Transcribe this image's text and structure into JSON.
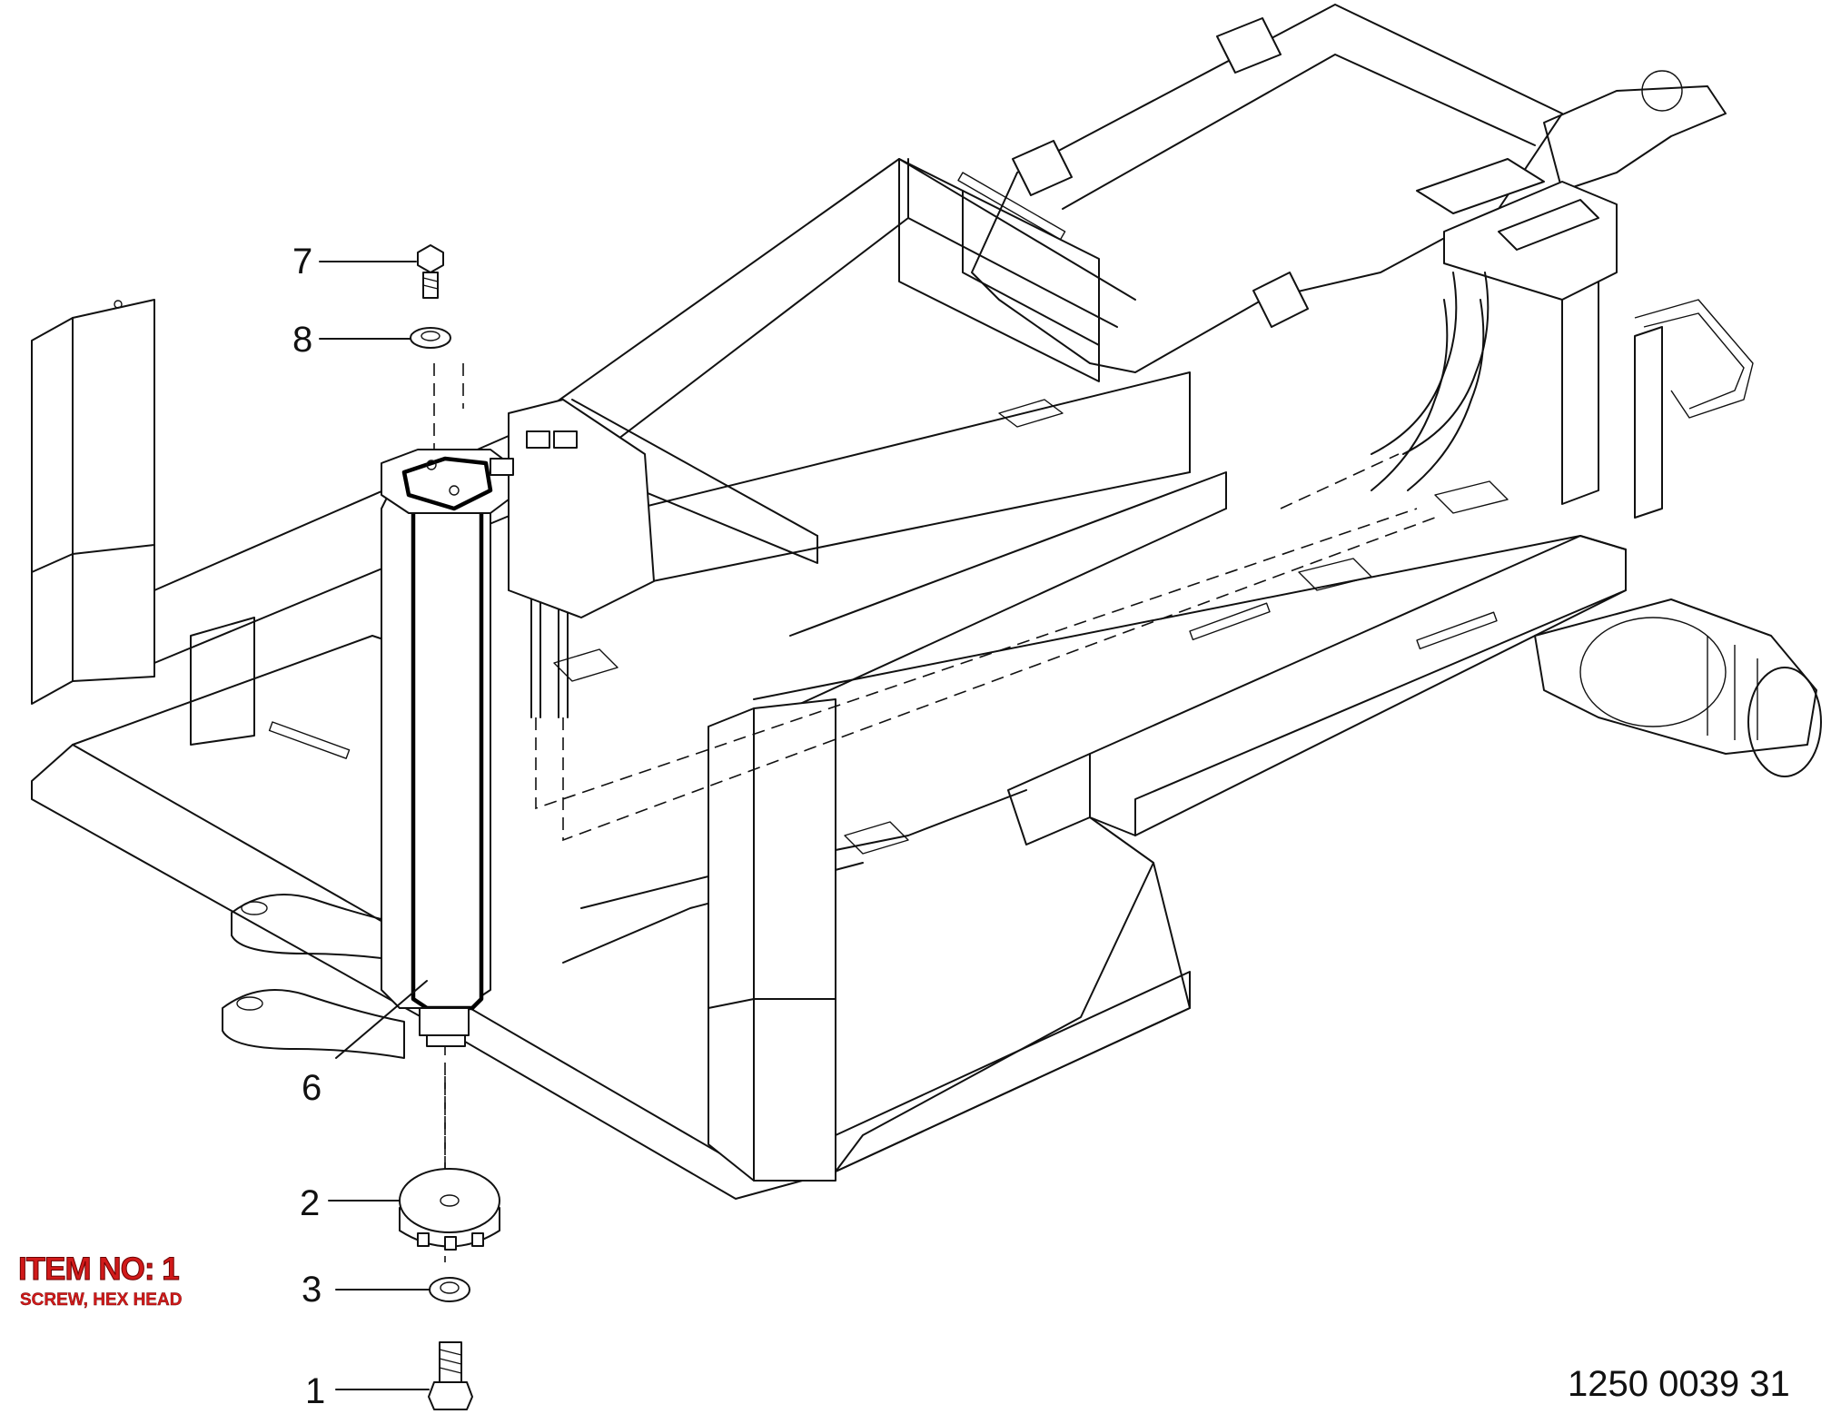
{
  "callouts": [
    {
      "id": "7",
      "label": "7"
    },
    {
      "id": "8",
      "label": "8"
    },
    {
      "id": "6",
      "label": "6"
    },
    {
      "id": "2",
      "label": "2"
    },
    {
      "id": "3",
      "label": "3"
    },
    {
      "id": "1",
      "label": "1"
    }
  ],
  "item_info": {
    "title": "ITEM NO: 1",
    "description": "SCREW, HEX HEAD"
  },
  "drawing_number": "1250 0039 31",
  "colors": {
    "item_highlight": "#d11a1a",
    "line": "#111111",
    "background": "#ffffff"
  }
}
